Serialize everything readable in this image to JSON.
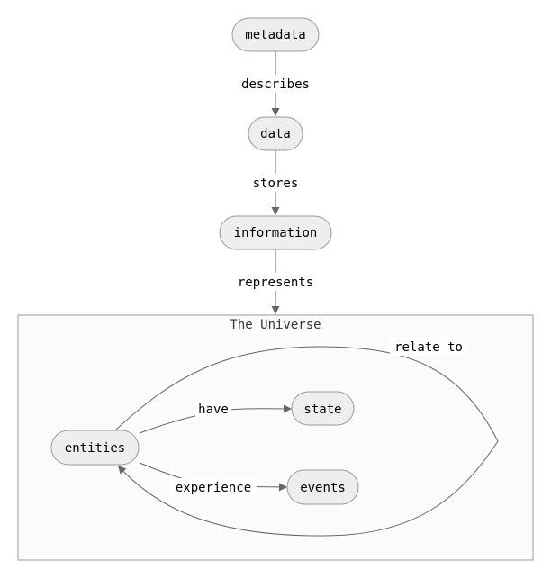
{
  "diagram": {
    "cluster": {
      "title": "The Universe"
    },
    "nodes": {
      "metadata": "metadata",
      "data": "data",
      "information": "information",
      "entities": "entities",
      "state": "state",
      "events": "events"
    },
    "edges": {
      "describes": "describes",
      "stores": "stores",
      "represents": "represents",
      "have": "have",
      "experience": "experience",
      "relate_to": "relate to"
    },
    "colors": {
      "node_fill": "#eeeeee",
      "node_border": "#9a9a9a",
      "edge": "#666666",
      "cluster_fill": "#fbfbfb"
    }
  }
}
